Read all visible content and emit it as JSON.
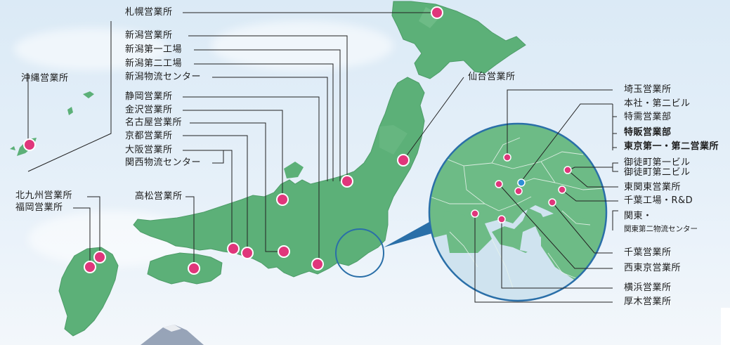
{
  "colors": {
    "land": "#5cb078",
    "land_dark": "#3c9a5f",
    "inset_fill": "#6dbb86",
    "inset_sea": "#cfe3ef",
    "inset_border": "#2a6fa8",
    "marker": "#e0367b",
    "marker_blue": "#2f8ed6",
    "leader": "#222222"
  },
  "offices": {
    "sapporo": "札幌営業所",
    "niigata": "新潟営業所",
    "niigata_f1": "新潟第一工場",
    "niigata_f2": "新潟第二工場",
    "niigata_logi": "新潟物流センター",
    "okinawa": "沖縄営業所",
    "sendai": "仙台営業所",
    "shizuoka": "静岡営業所",
    "kanazawa": "金沢営業所",
    "nagoya": "名古屋営業所",
    "kyoto": "京都営業所",
    "osaka": "大阪営業所",
    "kansai_logi": "関西物流センター",
    "kitakyushu": "北九州営業所",
    "fukuoka": "福岡営業所",
    "takamatsu": "高松営業所",
    "saitama": "埼玉営業所",
    "honsha": "本社・第二ビル",
    "tokuju": "特需営業部",
    "tokuhan": "特販営業部",
    "tokyo": "東京第一・第二営業所",
    "okachimachi1": "御徒町第一ビル",
    "okachimachi2": "御徒町第二ビル",
    "higashikanto": "東関東営業所",
    "chiba_factory": "千葉工場・R&D",
    "kanto": "関東・",
    "kanto_logi2": "関東第二物流センター",
    "chiba": "千葉営業所",
    "nishitokyo": "西東京営業所",
    "yokohama": "横浜営業所",
    "atsugi": "厚木営業所"
  }
}
